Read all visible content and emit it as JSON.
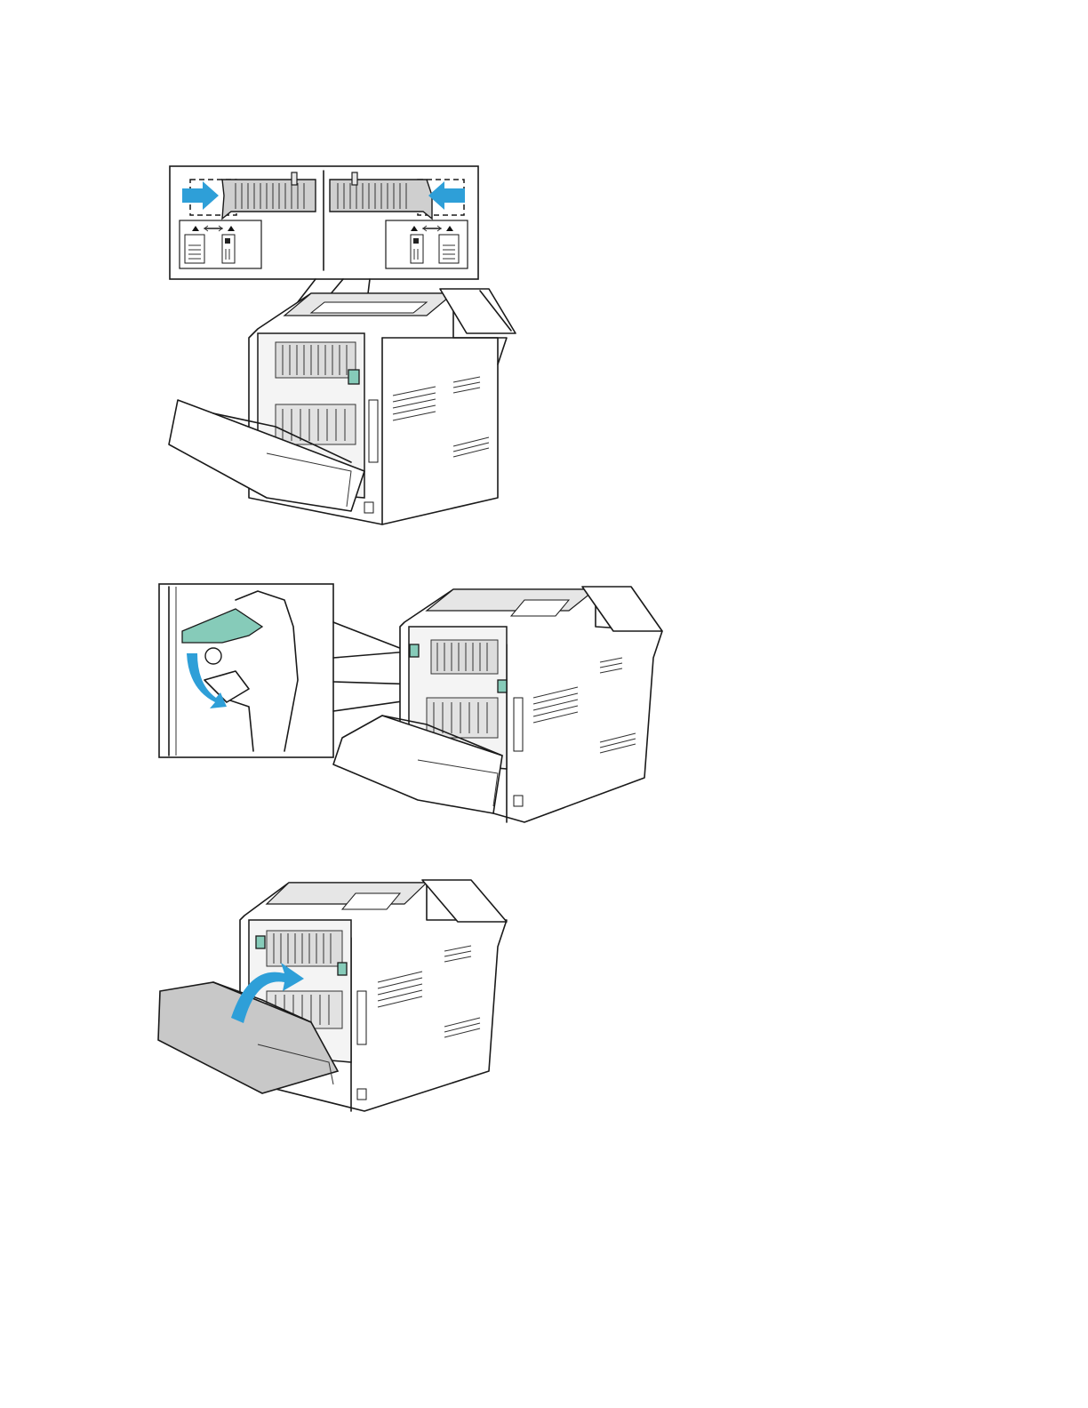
{
  "page": {
    "background": "#ffffff"
  },
  "colors": {
    "accent_teal": "#86cbb9",
    "arrow_blue": "#2e9fd8",
    "panel_grey": "#cfcfcf"
  },
  "figures": [
    {
      "id": "fig1",
      "icons": [
        "printer-icon",
        "fuser-lever-icon",
        "paper-orientation-icon",
        "arrow-right-icon",
        "arrow-left-icon"
      ]
    },
    {
      "id": "fig2",
      "icons": [
        "printer-icon",
        "fuser-lever-icon",
        "arrow-down-icon"
      ]
    },
    {
      "id": "fig3",
      "icons": [
        "printer-icon",
        "rear-door-icon",
        "arrow-up-icon"
      ]
    }
  ]
}
